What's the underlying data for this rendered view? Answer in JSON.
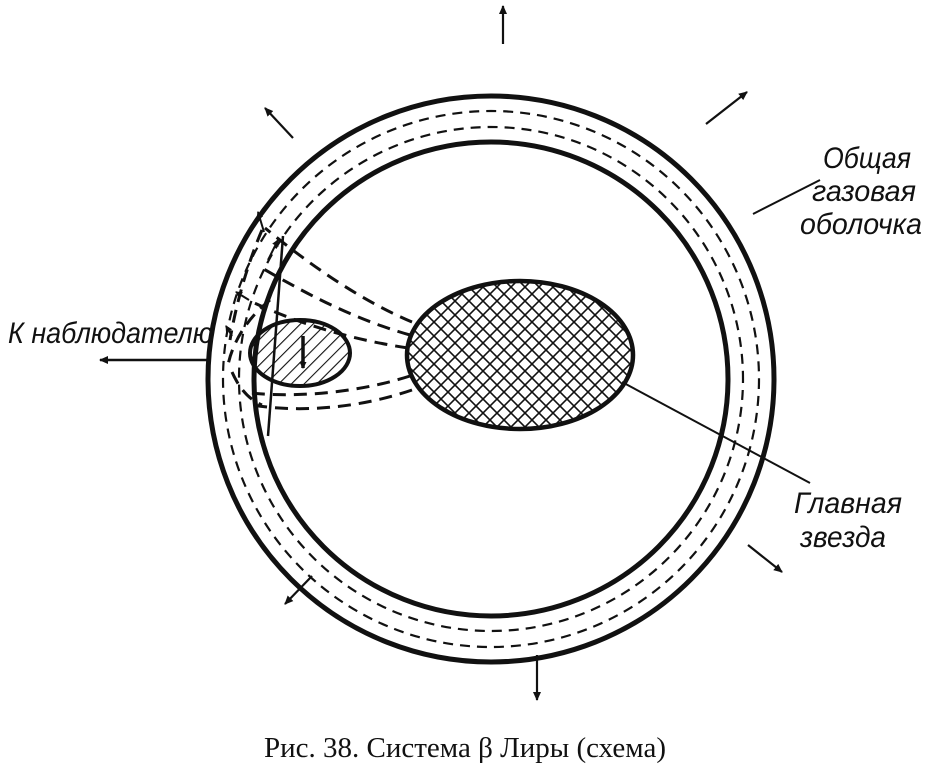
{
  "labels": {
    "observer": "К наблюдателю",
    "envelope_line1": "Общая",
    "envelope_line2": "газовая",
    "envelope_line3": "оболочка",
    "main_star_line1": "Главная",
    "main_star_line2": "звезда"
  },
  "caption": "Рис. 38. Система β Лиры (схема)"
}
